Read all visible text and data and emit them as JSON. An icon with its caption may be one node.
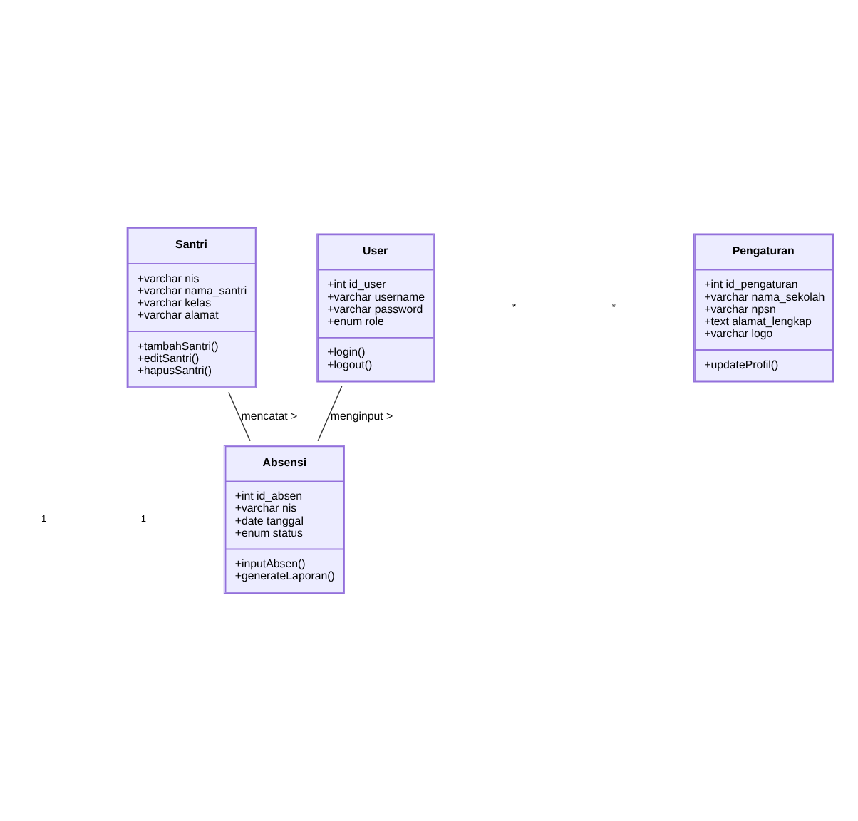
{
  "diagram": {
    "nodes": [
      {
        "text": [
          "User",
          "+int id_user",
          "+varchar username",
          "+varchar password",
          "+enum role",
          "+login()",
          "+logout()"
        ]
      },
      {
        "text": [
          "Santri",
          "+varchar nis",
          "+varchar nama_santri",
          "+varchar kelas",
          "+varchar alamat",
          "+tambahSantri()",
          "+editSantri()",
          "+hapusSantri()"
        ]
      },
      {
        "text": [
          "Pengaturan",
          "+int id_pengaturan",
          "+varchar nama_sekolah",
          "+varchar npsn",
          "+text alamat_lengkap",
          "+varchar logo",
          "+updateProfil()"
        ]
      },
      {
        "text": [
          "Absensi",
          "+int id_absen",
          "+varchar nis",
          "+date tanggal",
          "+enum status",
          "+inputAbsen()",
          "+generateLaporan()"
        ]
      }
    ],
    "edges": [
      {
        "from": 0,
        "to": 3,
        "arrow": "none",
        "label": "menginput >"
      },
      {
        "from": 1,
        "to": 3,
        "arrow": "none",
        "label": "mencatat >"
      }
    ],
    "labels": [
      "1",
      "*",
      "1",
      "*"
    ]
  }
}
